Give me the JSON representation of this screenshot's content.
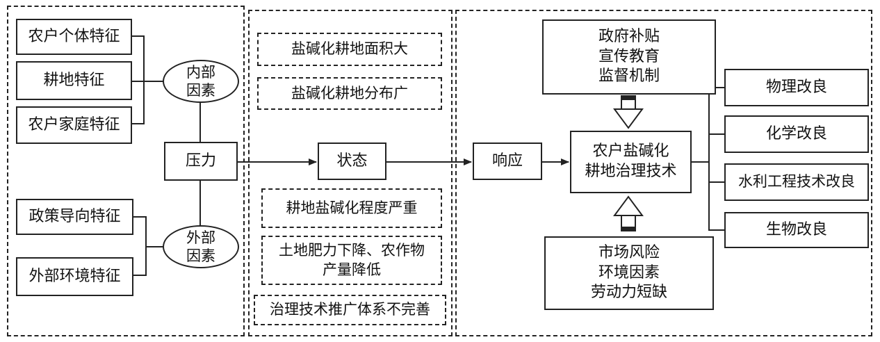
{
  "pressure": {
    "internal_items": [
      "农户个体特征",
      "耕地特征",
      "农户家庭特征"
    ],
    "internal_node": "内部\n因素",
    "external_items": [
      "政策导向特征",
      "外部环境特征"
    ],
    "external_node": "外部\n因素",
    "center": "压力"
  },
  "state": {
    "items_top": [
      "盐碱化耕地面积大",
      "盐碱化耕地分布广"
    ],
    "center": "状态",
    "items_bottom": [
      "耕地盐碱化程度严重",
      "土地肥力下降、农作物\n产量降低",
      "治理技术推广体系不完善"
    ]
  },
  "response": {
    "center": "响应",
    "top_box": "政府补贴\n宣传教育\n监督机制",
    "core_box": "农户盐碱化\n耕地治理技术",
    "bottom_box": "市场风险\n环境因素\n劳动力短缺",
    "techniques": [
      "物理改良",
      "化学改良",
      "水利工程技术改良",
      "生物改良"
    ]
  }
}
